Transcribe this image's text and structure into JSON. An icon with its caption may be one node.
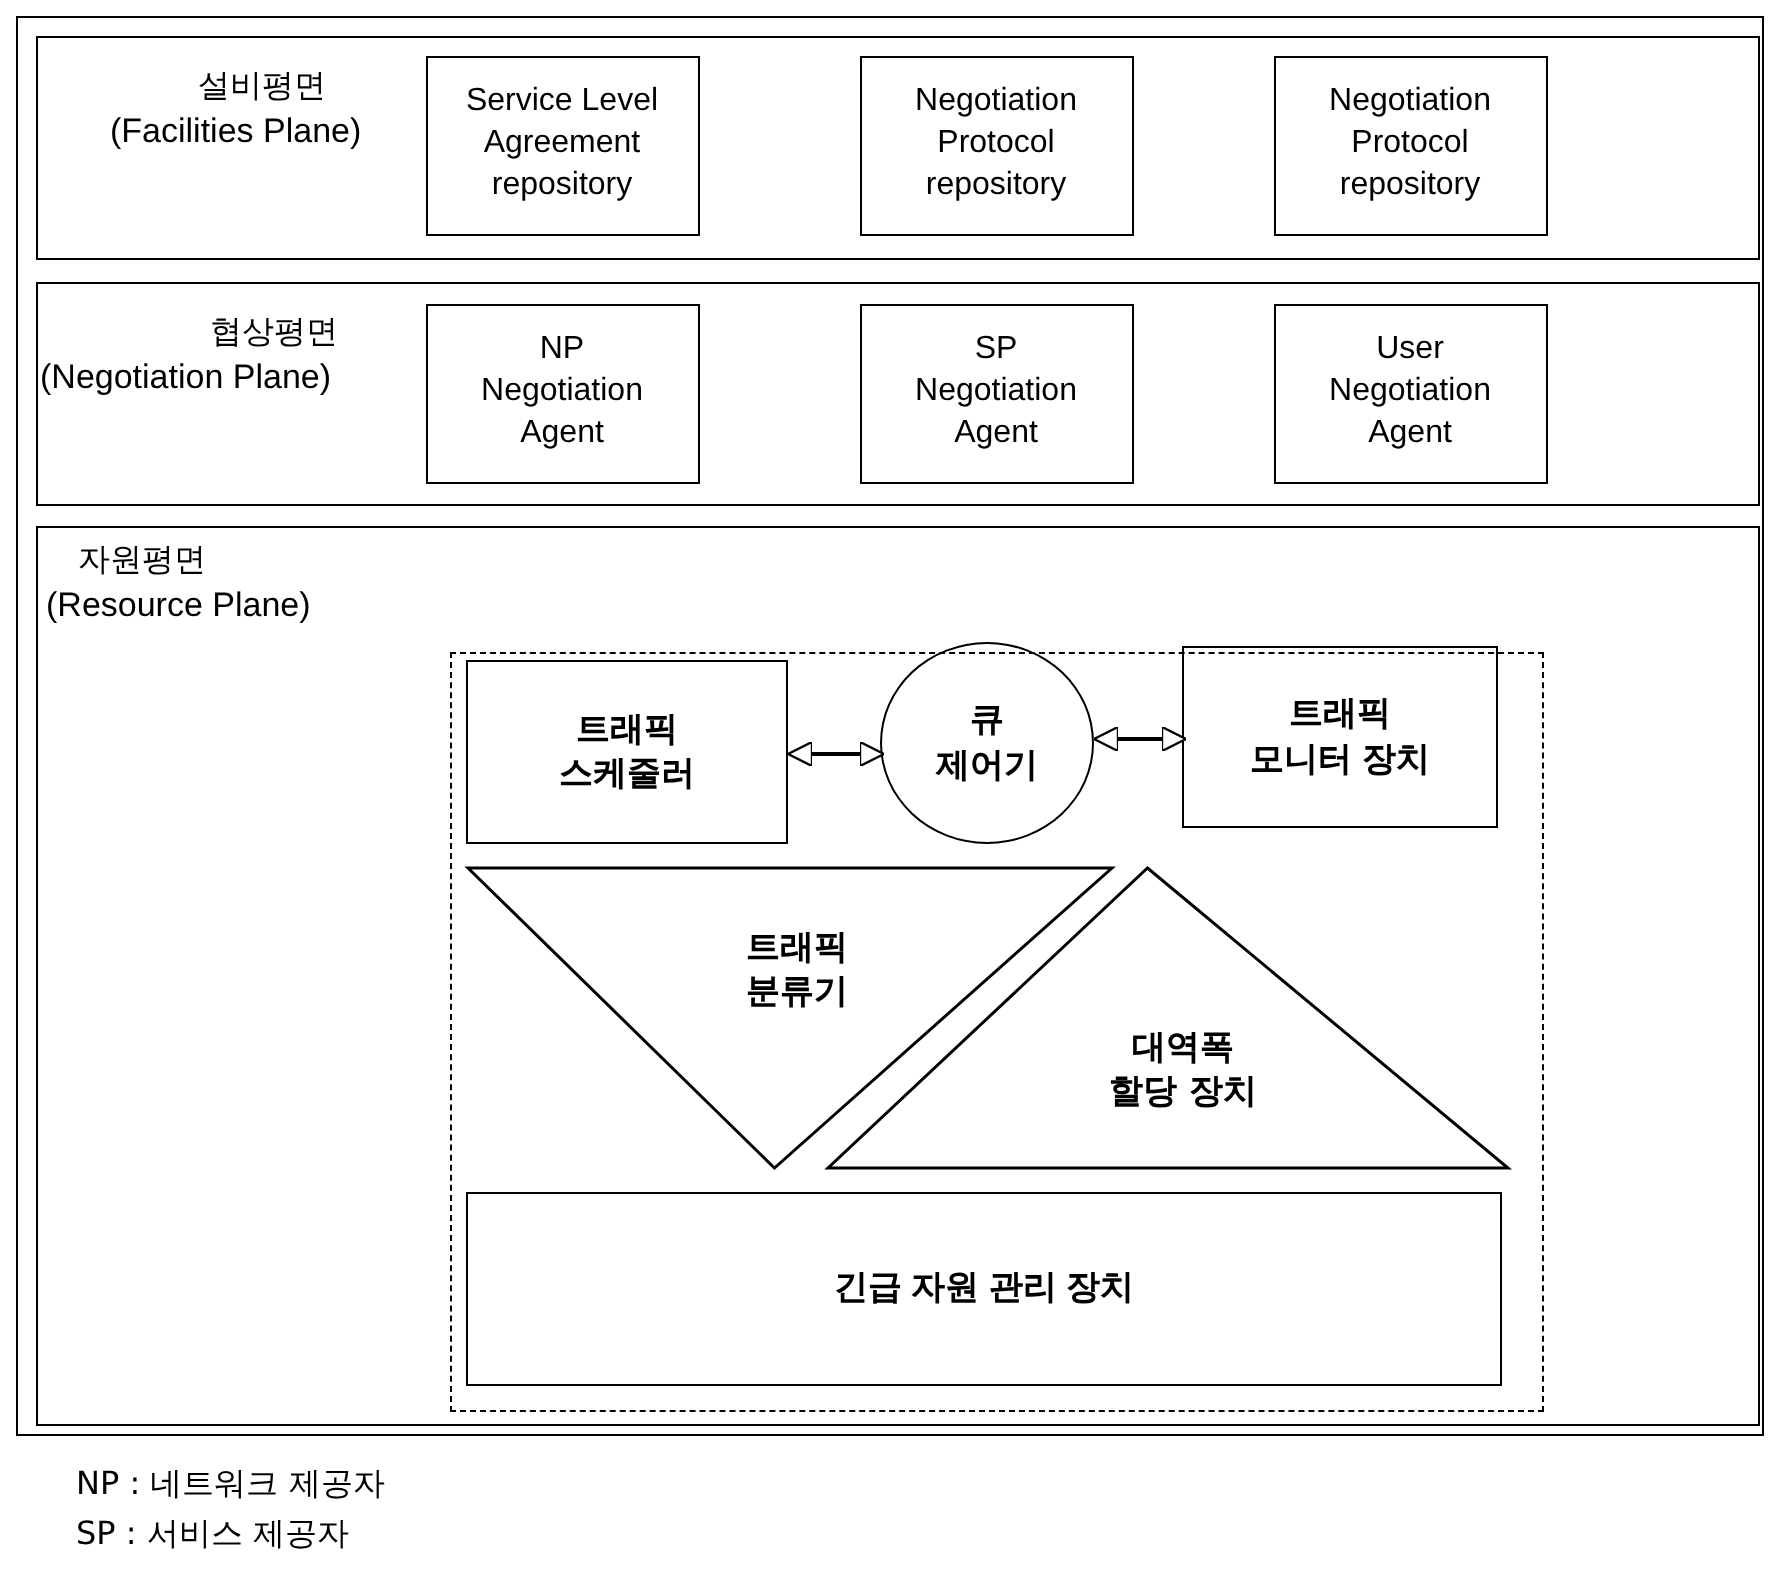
{
  "diagram": {
    "nodes": [
      {
        "text": [
          "설비평면",
          "(Facilities Plane)"
        ]
      },
      {
        "text": [
          "Service Level Agreement repository"
        ],
        "in": 0
      },
      {
        "text": [
          "Negotiation Protocol repository"
        ],
        "in": 0
      },
      {
        "text": [
          "Negotiation Protocol repository"
        ],
        "in": 0
      },
      {
        "text": [
          "협상평면",
          "(Negotiation Plane)"
        ]
      },
      {
        "text": [
          "NP Negotiation Agent"
        ],
        "in": 4
      },
      {
        "text": [
          "SP Negotiation Agent"
        ],
        "in": 4
      },
      {
        "text": [
          "User Negotiation Agent"
        ],
        "in": 4
      },
      {
        "text": [
          "자원평면",
          "(Resource Plane)"
        ]
      },
      {
        "text": [],
        "shape": "box",
        "in": 8
      },
      {
        "text": [
          "트래픽 스케줄러"
        ],
        "in": 9
      },
      {
        "text": [
          "큐 제어기"
        ],
        "in": 9
      },
      {
        "text": [
          "트래픽 모니터 장치"
        ],
        "in": 9
      },
      {
        "text": [
          "트래픽 분류기"
        ],
        "in": 9
      },
      {
        "text": [
          "대역폭 할당 장치"
        ],
        "in": 9
      },
      {
        "text": [
          "긴급 자원 관리 장치"
        ],
        "in": 9
      }
    ],
    "edges": [
      {
        "from": 10,
        "to": 11,
        "arrow": "both"
      },
      {
        "from": 11,
        "to": 12,
        "arrow": "both"
      }
    ],
    "labels": [
      "NP : 네트워크 제공자",
      "SP : 서비스 제공자"
    ]
  }
}
